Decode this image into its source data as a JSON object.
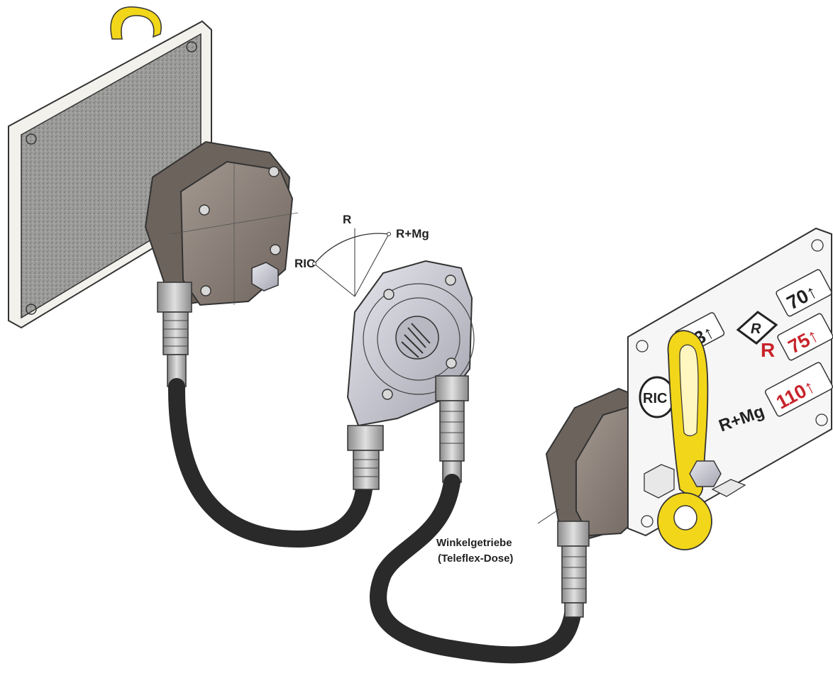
{
  "diagram": {
    "selector_labels": {
      "ric": "RIC",
      "r": "R",
      "r_mg": "R+Mg"
    },
    "gearbox_label": {
      "line1": "Winkelgetriebe",
      "line2": "(Teleflex-Dose)"
    },
    "plate": {
      "load_53": "53↑",
      "load_70": "70↑",
      "load_75": "75↑",
      "load_110": "110↑",
      "r_mark": "R",
      "r_mg_mark": "R+Mg",
      "ric_logo": "RIC",
      "r_logo": "R"
    }
  },
  "colors": {
    "lever_yellow": "#f2d61a",
    "plate_gray": "#9a9a98",
    "hose_black": "#2a2a2a",
    "housing_silver": "#c8c8d2",
    "red_text": "#c8232a"
  }
}
